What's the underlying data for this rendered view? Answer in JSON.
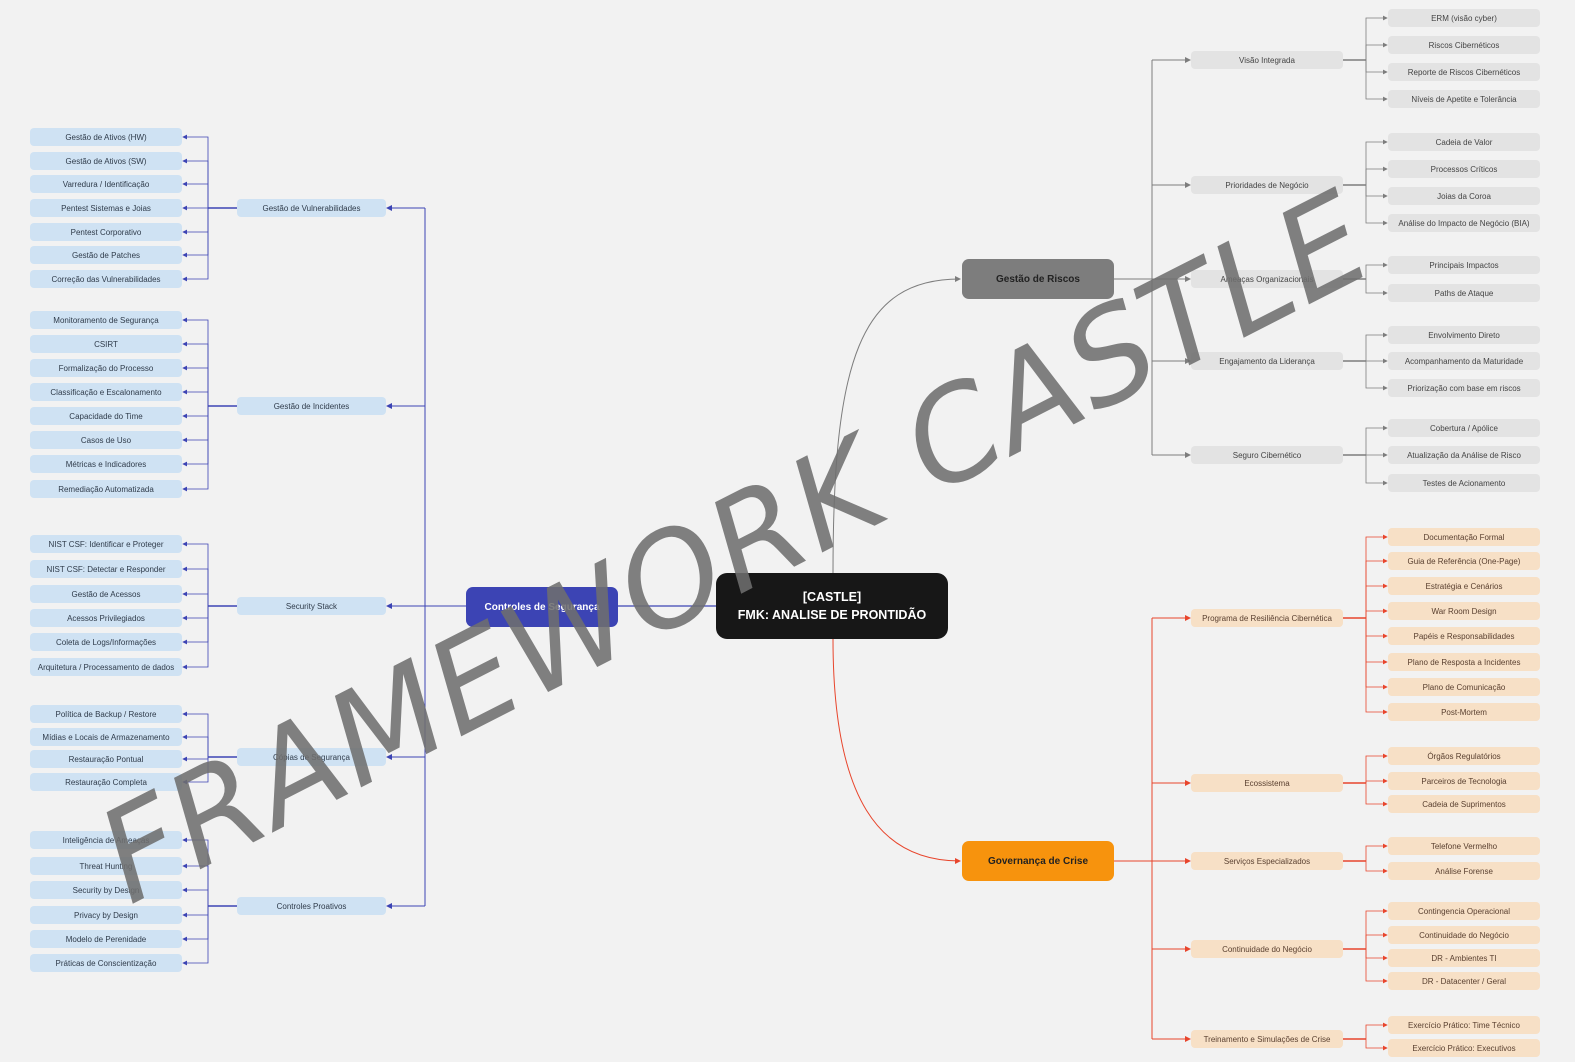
{
  "root": {
    "line1": "[CASTLE]",
    "line2": "FMK: ANALISE DE PRONTIDÃO"
  },
  "watermark": "FRAMEWORK CASTLE",
  "colors": {
    "blue_line": "#3c44b4",
    "gray_line": "#7d7d7d",
    "orange_line": "#e8452c"
  },
  "controles": {
    "label": "Controles de Segurança",
    "branches": [
      {
        "label": "Gestão de Vulnerabilidades",
        "leaves": [
          "Gestão de Ativos (HW)",
          "Gestão de Ativos (SW)",
          "Varredura / Identificação",
          "Pentest Sistemas e Joias",
          "Pentest Corporativo",
          "Gestão de Patches",
          "Correção das Vulnerabilidades"
        ]
      },
      {
        "label": "Gestão de Incidentes",
        "leaves": [
          "Monitoramento de Segurança",
          "CSIRT",
          "Formalização do Processo",
          "Classificação e Escalonamento",
          "Capacidade do Time",
          "Casos de Uso",
          "Métricas e Indicadores",
          "Remediação Automatizada"
        ]
      },
      {
        "label": "Security Stack",
        "leaves": [
          "NIST CSF: Identificar e Proteger",
          "NIST CSF: Detectar e Responder",
          "Gestão de Acessos",
          "Acessos Privilegiados",
          "Coleta de Logs/Informações",
          "Arquitetura / Processamento de dados"
        ]
      },
      {
        "label": "Cópias de Segurança",
        "leaves": [
          "Política de Backup / Restore",
          "Mídias e Locais de Armazenamento",
          "Restauração Pontual",
          "Restauração Completa"
        ]
      },
      {
        "label": "Controles Proativos",
        "leaves": [
          "Inteligência de Ameaças",
          "Threat Hunting",
          "Security by Design",
          "Privacy by Design",
          "Modelo de Perenidade",
          "Práticas de Conscientização"
        ]
      }
    ]
  },
  "riscos": {
    "label": "Gestão de Riscos",
    "branches": [
      {
        "label": "Visão Integrada",
        "leaves": [
          "ERM (visão cyber)",
          "Riscos Cibernéticos",
          "Reporte de Riscos Cibernéticos",
          "Níveis de Apetite e Tolerância"
        ]
      },
      {
        "label": "Prioridades de Negócio",
        "leaves": [
          "Cadeia de Valor",
          "Processos Críticos",
          "Joias da Coroa",
          "Análise do Impacto de Negócio (BIA)"
        ]
      },
      {
        "label": "Ameaças Organizacionais",
        "leaves": [
          "Principais Impactos",
          "Paths de Ataque"
        ]
      },
      {
        "label": "Engajamento da Liderança",
        "leaves": [
          "Envolvimento Direto",
          "Acompanhamento da Maturidade",
          "Priorização com base em riscos"
        ]
      },
      {
        "label": "Seguro Cibernético",
        "leaves": [
          "Cobertura / Apólice",
          "Atualização da Análise de Risco",
          "Testes de Acionamento"
        ]
      }
    ]
  },
  "crise": {
    "label": "Governança de Crise",
    "branches": [
      {
        "label": "Programa de Resiliência Cibernética",
        "leaves": [
          "Documentação Formal",
          "Guia de Referência (One-Page)",
          "Estratégia e Cenários",
          "War Room Design",
          "Papéis e Responsabilidades",
          "Plano de Resposta a Incidentes",
          "Plano de Comunicação",
          "Post-Mortem"
        ]
      },
      {
        "label": "Ecossistema",
        "leaves": [
          "Órgãos Regulatórios",
          "Parceiros de Tecnologia",
          "Cadeia de Suprimentos"
        ]
      },
      {
        "label": "Serviços Especializados",
        "leaves": [
          "Telefone Vermelho",
          "Análise Forense"
        ]
      },
      {
        "label": "Continuidade do Negócio",
        "leaves": [
          "Contingencia Operacional",
          "Continuidade do Negócio",
          "DR - Ambientes TI",
          "DR - Datacenter / Geral"
        ]
      },
      {
        "label": "Treinamento e Simulações de Crise",
        "leaves": [
          "Exercício Prático: Time Técnico",
          "Exercício Prático: Executivos"
        ]
      }
    ]
  }
}
